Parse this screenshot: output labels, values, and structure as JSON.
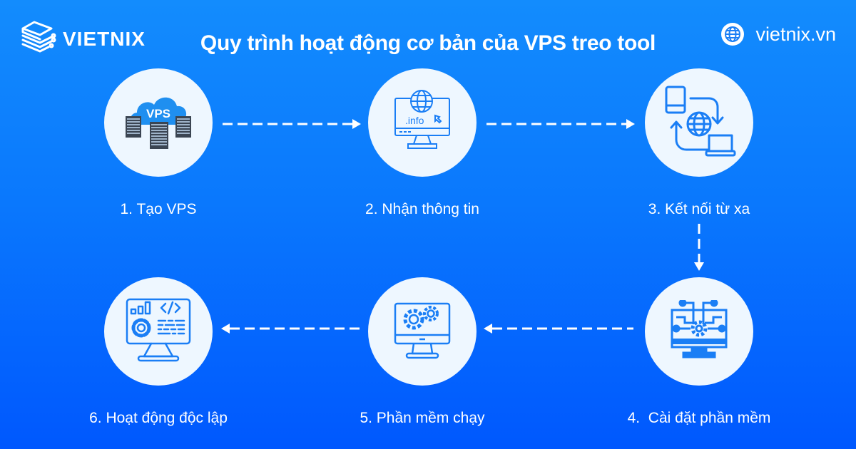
{
  "brand": {
    "logo_icon": "stacked-server-layers-icon",
    "name": "VIETNIX"
  },
  "title": "Quy trình hoạt động cơ bản của VPS treo tool",
  "website": {
    "icon": "globe-icon",
    "label": "vietnix.vn"
  },
  "colors": {
    "background_top": "#138cfd",
    "background_bottom": "#0058fe",
    "circle_fill": "#eef7ff",
    "icon_blue": "#1a7ef5",
    "text": "#ffffff"
  },
  "steps": [
    {
      "number": 1,
      "label": "1. Tạo VPS",
      "icon": "vps-cloud-servers-icon"
    },
    {
      "number": 2,
      "label": "2. Nhận thông tin",
      "icon": "monitor-info-globe-icon"
    },
    {
      "number": 3,
      "label": "3. Kết nối từ xa",
      "icon": "remote-connection-icon"
    },
    {
      "number": 4,
      "label": "4.  Cài đặt phần mềm",
      "icon": "monitor-circuit-gear-icon"
    },
    {
      "number": 5,
      "label": "5. Phần mềm chạy",
      "icon": "monitor-gears-icon"
    },
    {
      "number": 6,
      "label": "6. Hoạt động độc lập",
      "icon": "monitor-code-dashboard-icon"
    }
  ],
  "connectors": [
    {
      "from": 1,
      "to": 2,
      "direction": "right",
      "style": "dashed"
    },
    {
      "from": 2,
      "to": 3,
      "direction": "right",
      "style": "dashed"
    },
    {
      "from": 3,
      "to": 4,
      "direction": "down",
      "style": "dashed"
    },
    {
      "from": 4,
      "to": 5,
      "direction": "left",
      "style": "dashed"
    },
    {
      "from": 5,
      "to": 6,
      "direction": "left",
      "style": "dashed"
    }
  ]
}
